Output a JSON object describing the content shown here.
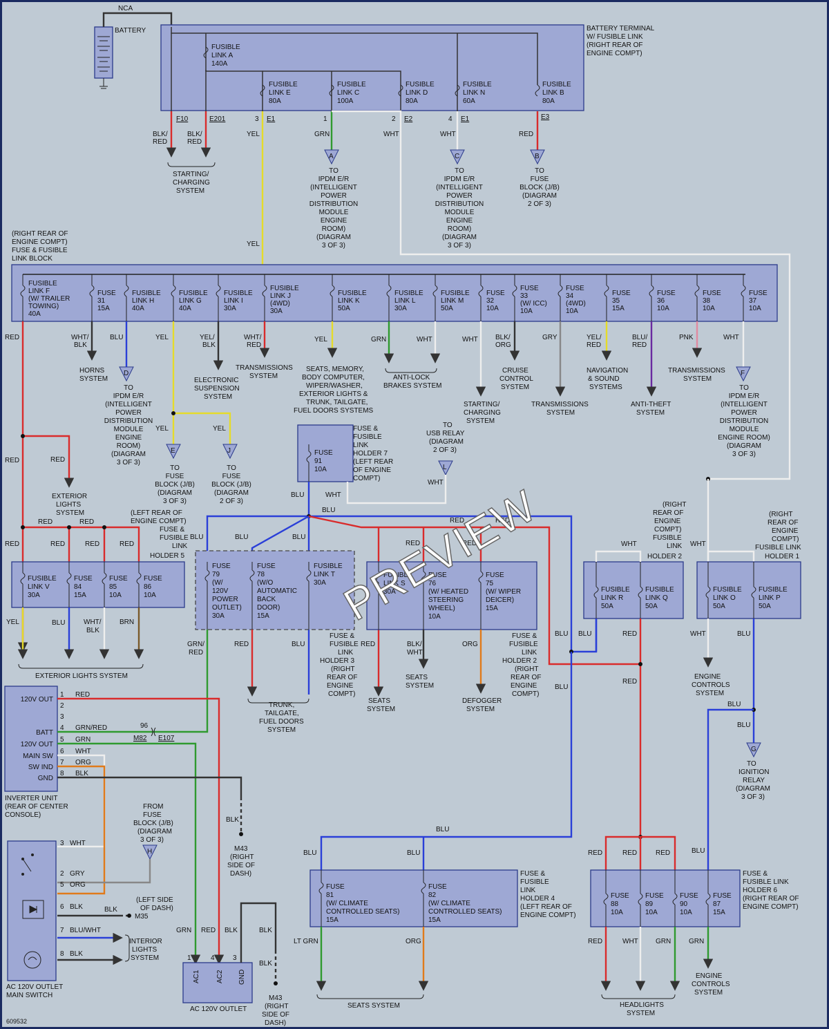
{
  "battery": {
    "nca": "NCA",
    "label": "BATTERY"
  },
  "terminal_block": {
    "desc": [
      "BATTERY TERMINAL",
      "W/ FUSIBLE LINK",
      "(RIGHT REAR OF",
      "ENGINE COMPT)"
    ],
    "fuses": [
      {
        "name": "FUSIBLE",
        "line2": "LINK A",
        "line3": "140A"
      },
      {
        "name": "FUSIBLE",
        "line2": "LINK E",
        "line3": "80A"
      },
      {
        "name": "FUSIBLE",
        "line2": "LINK C",
        "line3": "100A"
      },
      {
        "name": "FUSIBLE",
        "line2": "LINK D",
        "line3": "80A"
      },
      {
        "name": "FUSIBLE",
        "line2": "LINK N",
        "line3": "60A"
      },
      {
        "name": "FUSIBLE",
        "line2": "LINK B",
        "line3": "80A"
      }
    ],
    "connectors": {
      "f10": "F10",
      "e201": "E201",
      "e1": "E1",
      "e2": "E2",
      "e1b": "E1",
      "e3": "E3"
    },
    "pins": {
      "p3": "3",
      "p1": "1",
      "p2": "2",
      "p4": "4"
    },
    "wires": {
      "blk_red_a": [
        "BLK/",
        "RED"
      ],
      "blk_red_b": [
        "BLK/",
        "RED"
      ],
      "yel": "YEL",
      "grn": "GRN",
      "wht_a": "WHT",
      "wht_b": "WHT",
      "red": "RED"
    },
    "starting": [
      "STARTING/",
      "CHARGING",
      "SYSTEM"
    ],
    "to_a": {
      "tri": "A",
      "lines": [
        "TO",
        "IPDM E/R",
        "(INTELLIGENT",
        "POWER",
        "DISTRIBUTION",
        "MODULE",
        "ENGINE",
        "ROOM)",
        "(DIAGRAM",
        "3 OF 3)"
      ]
    },
    "to_c": {
      "tri": "C",
      "lines": [
        "TO",
        "IPDM E/R",
        "(INTELLIGENT",
        "POWER",
        "DISTRIBUTION",
        "MODULE",
        "ENGINE",
        "ROOM)",
        "(DIAGRAM",
        "3 OF 3)"
      ]
    },
    "to_b": {
      "tri": "B",
      "lines": [
        "TO",
        "FUSE",
        "BLOCK (J/B)",
        "(DIAGRAM",
        "2 OF 3)"
      ]
    }
  },
  "main_block": {
    "desc": [
      "(RIGHT REAR OF",
      "ENGINE COMPT)",
      "FUSE & FUSIBLE",
      "LINK BLOCK"
    ],
    "yel_label": "YEL",
    "fuses": [
      [
        "FUSIBLE",
        "LINK F",
        "(W/ TRAILER",
        "TOWING)",
        "40A"
      ],
      [
        "FUSE",
        "31",
        "15A"
      ],
      [
        "FUSIBLE",
        "LINK H",
        "40A"
      ],
      [
        "FUSIBLE",
        "LINK G",
        "40A"
      ],
      [
        "FUSIBLE",
        "LINK I",
        "30A"
      ],
      [
        "FUSIBLE",
        "LINK J",
        "(4WD)",
        "30A"
      ],
      [
        "FUSIBLE",
        "LINK K",
        "50A"
      ],
      [
        "FUSIBLE",
        "LINK L",
        "30A"
      ],
      [
        "FUSIBLE",
        "LINK M",
        "50A"
      ],
      [
        "FUSE",
        "32",
        "10A"
      ],
      [
        "FUSE",
        "33",
        "(W/ ICC)",
        "10A"
      ],
      [
        "FUSE",
        "34",
        "(4WD)",
        "10A"
      ],
      [
        "FUSE",
        "35",
        "15A"
      ],
      [
        "FUSE",
        "36",
        "10A"
      ],
      [
        "FUSE",
        "38",
        "10A"
      ],
      [
        "FUSE",
        "37",
        "10A"
      ]
    ],
    "wires": {
      "red": "RED",
      "wht_blk": [
        "WHT/",
        "BLK"
      ],
      "blu": "BLU",
      "yel": "YEL",
      "yel_blk": [
        "YEL/",
        "BLK"
      ],
      "wht_red": [
        "WHT/",
        "RED"
      ],
      "yel2": "YEL",
      "grn": "GRN",
      "wht": "WHT",
      "wht2": "WHT",
      "blk_org": [
        "BLK/",
        "ORG"
      ],
      "gry": "GRY",
      "yel_red": [
        "YEL/",
        "RED"
      ],
      "blu_red": [
        "BLU/",
        "RED"
      ],
      "pnk": "PNK",
      "wht3": "WHT"
    },
    "dest": {
      "horns": [
        "HORNS",
        "SYSTEM"
      ],
      "to_d": {
        "tri": "D",
        "lines": [
          "TO",
          "IPDM E/R",
          "(INTELLIGENT",
          "POWER",
          "DISTRIBUTION",
          "MODULE",
          "ENGINE",
          "ROOM)",
          "(DIAGRAM",
          "3 OF 3)"
        ]
      },
      "elec_susp": [
        "ELECTRONIC",
        "SUSPENSION",
        "SYSTEM"
      ],
      "trans1": [
        "TRANSMISSIONS",
        "SYSTEM"
      ],
      "seats_mem": [
        "SEATS, MEMORY,",
        "BODY COMPUTER,",
        "WIPER/WASHER,",
        "EXTERIOR LIGHTS &",
        "TRUNK, TAILGATE,",
        "FUEL DOORS SYSTEMS"
      ],
      "abs": [
        "ANTI-LOCK",
        "BRAKES SYSTEM"
      ],
      "starting2": [
        "STARTING/",
        "CHARGING",
        "SYSTEM"
      ],
      "cruise": [
        "CRUISE",
        "CONTROL",
        "SYSTEM"
      ],
      "trans2": [
        "TRANSMISSIONS",
        "SYSTEM"
      ],
      "nav": [
        "NAVIGATION",
        "& SOUND",
        "SYSTEMS"
      ],
      "antitheft": [
        "ANTI-THEFT",
        "SYSTEM"
      ],
      "trans3": [
        "TRANSMISSIONS",
        "SYSTEM"
      ],
      "to_f": {
        "tri": "F",
        "lines": [
          "TO",
          "IPDM E/R",
          "(INTELLIGENT",
          "POWER",
          "DISTRIBUTION",
          "MODULE",
          "ENGINE ROOM)",
          "(DIAGRAM",
          "3 OF 3)"
        ]
      }
    }
  },
  "yel_branch": {
    "yel_a": "YEL",
    "yel_b": "YEL",
    "to_e": {
      "tri": "E",
      "lines": [
        "TO",
        "FUSE",
        "BLOCK (J/B)",
        "(DIAGRAM",
        "3 OF 3)"
      ]
    },
    "to_j": {
      "tri": "J",
      "lines": [
        "TO",
        "FUSE",
        "BLOCK (J/B)",
        "(DIAGRAM",
        "2 OF 3)"
      ]
    }
  },
  "holder7": {
    "fuse": [
      "FUSE",
      "91",
      "10A"
    ],
    "desc": [
      "FUSE &",
      "FUSIBLE",
      "LINK",
      "HOLDER 7",
      "(LEFT REAR",
      "OF ENGINE",
      "COMPT)"
    ],
    "blu": "BLU",
    "wht": "WHT"
  },
  "usb": {
    "lines": [
      "TO",
      "USB RELAY",
      "(DIAGRAM",
      "2 OF 3)"
    ],
    "tri": "L",
    "wht": "WHT"
  },
  "holder5": {
    "desc": [
      "(LEFT REAR OF",
      "ENGINE COMPT)",
      "FUSE &",
      "FUSIBLE",
      "LINK",
      "HOLDER 5"
    ],
    "fuses": [
      [
        "FUSIBLE",
        "LINK V",
        "30A"
      ],
      [
        "FUSE",
        "84",
        "15A"
      ],
      [
        "FUSE",
        "85",
        "10A"
      ],
      [
        "FUSE",
        "86",
        "10A"
      ]
    ],
    "ext_lights": [
      "EXTERIOR",
      "LIGHTS",
      "SYSTEM"
    ],
    "wires": {
      "red1": "RED",
      "red2": "RED",
      "red3": "RED",
      "red4": "RED",
      "red5": "RED",
      "red6": "RED",
      "red7": "RED",
      "red8": "RED",
      "yel": "YEL",
      "blu": "BLU",
      "wht_blk": [
        "WHT/",
        "BLK"
      ],
      "brn": "BRN"
    },
    "sys": "EXTERIOR LIGHTS SYSTEM"
  },
  "holder3": {
    "fuses": [
      [
        "FUSE",
        "79",
        "(W/",
        "120V",
        "POWER",
        "OUTLET)",
        "30A"
      ],
      [
        "FUSE",
        "78",
        "(W/O",
        "AUTOMATIC",
        "BACK",
        "DOOR)",
        "15A"
      ],
      [
        "FUSIBLE",
        "LINK T",
        "30A"
      ]
    ],
    "desc": [
      "FUSE &",
      "FUSIBLE",
      "LINK",
      "HOLDER 3",
      "(RIGHT",
      "REAR OF",
      "ENGINE",
      "COMPT)"
    ],
    "wires": {
      "blu1": "BLU",
      "blu2": "BLU",
      "blu3": "BLU",
      "blu4": "BLU",
      "grn_red": [
        "GRN/",
        "RED"
      ],
      "red": "RED",
      "blu5": "BLU"
    },
    "trunk": [
      "TRUNK,",
      "TAILGATE,",
      "FUEL DOORS",
      "SYSTEM"
    ]
  },
  "holder2": {
    "fuses": [
      [
        "FUSIBLE",
        "LINK S",
        "30A"
      ],
      [
        "FUSE",
        "76",
        "(W/ HEATED",
        "STEERING",
        "WHEEL)",
        "10A"
      ],
      [
        "FUSE",
        "75",
        "(W/ WIPER",
        "DEICER)",
        "15A"
      ]
    ],
    "desc": [
      "FUSE &",
      "FUSIBLE",
      "LINK",
      "HOLDER 2",
      "(RIGHT",
      "REAR OF",
      "ENGINE",
      "COMPT)"
    ],
    "wires": {
      "red1": "RED",
      "red2": "RED",
      "red3": "RED",
      "red4": "RED",
      "blk_wht": [
        "BLK/",
        "WHT"
      ],
      "org": "ORG"
    },
    "seats1": [
      "SEATS",
      "SYSTEM"
    ],
    "seats2": [
      "SEATS",
      "SYSTEM"
    ],
    "defog": [
      "DEFOGGER",
      "SYSTEM"
    ]
  },
  "rh2": {
    "desc": [
      "(RIGHT",
      "REAR OF",
      "ENGINE",
      "COMPT)",
      "FUSIBLE",
      "LINK",
      "HOLDER 2"
    ],
    "fuses": [
      [
        "FUSIBLE",
        "LINK R",
        "50A"
      ],
      [
        "FUSIBLE",
        "LINK Q",
        "50A"
      ]
    ],
    "wht": "WHT",
    "wires": {
      "blu1": "BLU",
      "blu2": "BLU",
      "red": "RED",
      "red2": "RED",
      "blu3": "BLU"
    }
  },
  "rh1": {
    "desc": [
      "(RIGHT",
      "REAR OF",
      "ENGINE",
      "COMPT)",
      "FUSIBLE LINK",
      "HOLDER 1"
    ],
    "fuses": [
      [
        "FUSIBLE",
        "LINK O",
        "50A"
      ],
      [
        "FUSIBLE",
        "LINK P",
        "50A"
      ]
    ],
    "wht": "WHT",
    "wires": {
      "wht2": "WHT",
      "blu": "BLU",
      "blu2": "BLU",
      "blu3": "BLU"
    },
    "engine": [
      "ENGINE",
      "CONTROLS",
      "SYSTEM"
    ],
    "to_g": {
      "tri": "G",
      "lines": [
        "TO",
        "IGNITION",
        "RELAY",
        "(DIAGRAM",
        "3 OF 3)"
      ]
    }
  },
  "inverter": {
    "labels": [
      "120V OUT",
      "",
      "",
      "",
      "BATT",
      "120V OUT",
      "MAIN SW",
      "SW IND",
      "GND"
    ],
    "pins": [
      "1",
      "2",
      "3",
      "4",
      "5",
      "6",
      "7",
      "8"
    ],
    "wires": [
      "RED",
      "",
      "",
      "GRN/RED",
      "GRN",
      "WHT",
      "ORG",
      "BLK"
    ],
    "name": [
      "INVERTER UNIT",
      "(REAR OF CENTER",
      "CONSOLE)"
    ],
    "conn": {
      "p96": "96",
      "m82": "M82",
      "e107": "E107"
    },
    "blk": "BLK",
    "m43": [
      "M43",
      "(RIGHT",
      "SIDE OF",
      "DASH)"
    ]
  },
  "from_fuse": {
    "lines": [
      "FROM",
      "FUSE",
      "BLOCK (J/B)",
      "(DIAGRAM",
      "3 OF 3)"
    ],
    "tri": "H"
  },
  "main_switch": {
    "pins": [
      "3",
      "2",
      "5",
      "6",
      "7",
      "8"
    ],
    "wires": [
      "WHT",
      "GRY",
      "ORG",
      "BLK",
      "BLU/WHT",
      "BLK"
    ],
    "blk": "BLK",
    "m35": [
      "(LEFT SIDE",
      "OF DASH)",
      "M35"
    ],
    "interior": [
      "INTERIOR",
      "LIGHTS",
      "SYSTEM"
    ],
    "name": [
      "AC 120V OUTLET",
      "MAIN SWITCH"
    ]
  },
  "outlet": {
    "pins": {
      "ac1": "AC1",
      "ac2": "AC2",
      "gnd": "GND"
    },
    "pinno": [
      "1",
      "4",
      "3"
    ],
    "wires": {
      "grn": "GRN",
      "red": "RED",
      "blk": "BLK",
      "blk2": "BLK",
      "blk3": "BLK"
    },
    "name": "AC 120V OUTLET",
    "m43": [
      "M43",
      "(RIGHT",
      "SIDE OF",
      "DASH)"
    ]
  },
  "holder4": {
    "fuses": [
      [
        "FUSE",
        "81",
        "(W/ CLIMATE",
        "CONTROLLED SEATS)",
        "15A"
      ],
      [
        "FUSE",
        "82",
        "(W/ CLIMATE",
        "CONTROLLED SEATS)",
        "15A"
      ]
    ],
    "desc": [
      "FUSE &",
      "FUSIBLE",
      "LINK",
      "HOLDER 4",
      "(LEFT REAR OF",
      "ENGINE COMPT)"
    ],
    "wires": {
      "blu_top": "BLU",
      "blu1": "BLU",
      "blu2": "BLU",
      "ltgrn": "LT GRN",
      "org": "ORG"
    },
    "sys": "SEATS SYSTEM"
  },
  "holder6": {
    "fuses": [
      [
        "FUSE",
        "88",
        "10A"
      ],
      [
        "FUSE",
        "89",
        "10A"
      ],
      [
        "FUSE",
        "90",
        "10A"
      ],
      [
        "FUSE",
        "87",
        "15A"
      ]
    ],
    "desc": [
      "FUSE &",
      "FUSIBLE LINK",
      "HOLDER 6",
      "(RIGHT REAR OF",
      "ENGINE COMPT)"
    ],
    "wires": {
      "red1": "RED",
      "red2": "RED",
      "red3": "RED",
      "blu": "BLU",
      "red4": "RED",
      "wht": "WHT",
      "grn1": "GRN",
      "grn2": "GRN"
    },
    "headlights": [
      "HEADLIGHTS",
      "SYSTEM"
    ],
    "engine": [
      "ENGINE",
      "CONTROLS",
      "SYSTEM"
    ]
  },
  "footer": {
    "code": "609532"
  },
  "watermark": "PREVIEW"
}
